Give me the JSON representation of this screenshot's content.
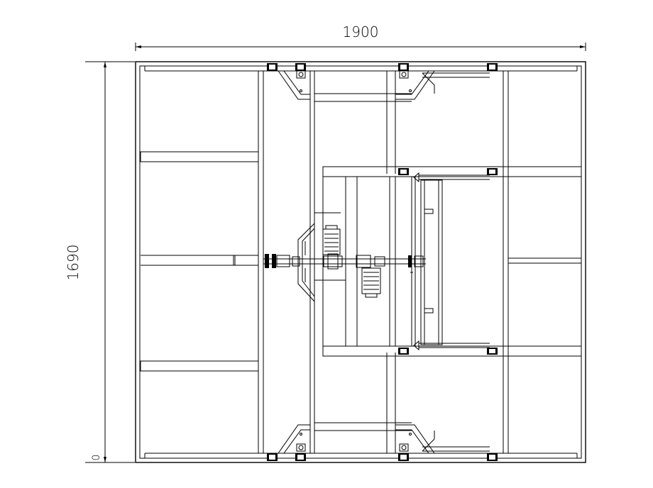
{
  "dimensions": {
    "width_label": "1900",
    "height_label": "1690",
    "small_label": "0"
  },
  "colors": {
    "line": "#000000",
    "background": "#ffffff"
  }
}
